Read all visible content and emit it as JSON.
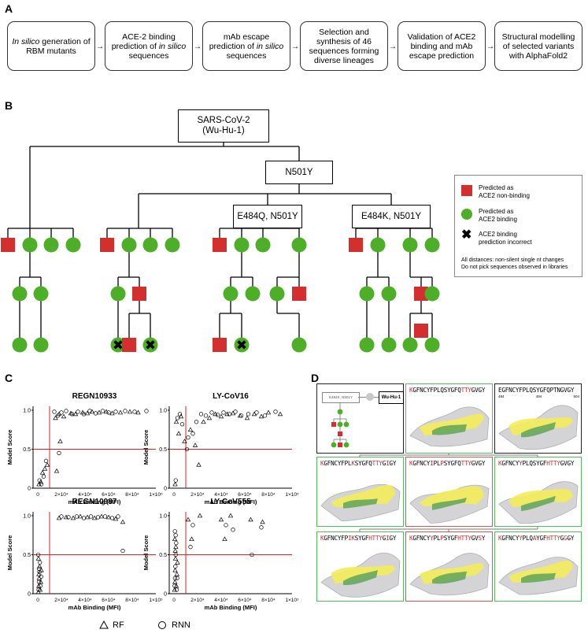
{
  "panels": {
    "a": "A",
    "b": "B",
    "c": "C",
    "d": "D"
  },
  "workflow": [
    {
      "pre_italic": "In silico",
      "text": " generation of RBM mutants",
      "post_italic": ""
    },
    {
      "pre_italic": "",
      "text": "ACE-2 binding prediction of ",
      "post_italic": "in silico",
      "tail": " sequences"
    },
    {
      "pre_italic": "",
      "text": "mAb escape prediction of ",
      "post_italic": "in silico",
      "tail": " sequences"
    },
    {
      "pre_italic": "",
      "text": "Selection and synthesis of 46 sequences forming diverse lineages",
      "post_italic": ""
    },
    {
      "pre_italic": "",
      "text": "Validation of ACE2 binding and mAb escape prediction",
      "post_italic": ""
    },
    {
      "pre_italic": "",
      "text": "Structural modelling of selected variants with AlphaFold2",
      "post_italic": ""
    }
  ],
  "tree": {
    "root_line1": "SARS-CoV-2",
    "root_line2": "(Wu-Hu-1)",
    "n501y": "N501Y",
    "e484q": "E484Q, N501Y",
    "e484k": "E484K, N501Y"
  },
  "legend": {
    "non_binding_line1": "Predicted as",
    "non_binding_line2": "ACE2 non-binding",
    "binding_line1": "Predicted as",
    "binding_line2": "ACE2 binding",
    "incorrect_line1": "ACE2 binding",
    "incorrect_line2": "prediction incorrect",
    "note_line1": "All distances: non-silent single nt changes",
    "note_line2": "Do not pick sequences observed in libraries",
    "colors": {
      "non_binding": "#d32f2f",
      "binding": "#4caf27"
    }
  },
  "scatter_common": {
    "xlabel": "mAb Binding (MFI)",
    "ylabel": "Model Score",
    "xticks": [
      "0",
      "2×10⁴",
      "4×10⁴",
      "6×10⁴",
      "8×10⁴",
      "1×10⁵"
    ],
    "yticks": [
      "0",
      "0.5",
      "1.0"
    ],
    "threshold_y": 0.5,
    "threshold_x": 10000,
    "legend_rf": "RF",
    "legend_rnn": "RNN"
  },
  "chart_data": [
    {
      "type": "scatter",
      "title": "REGN10933",
      "xlabel": "mAb Binding (MFI)",
      "ylabel": "Model Score",
      "xlim": [
        0,
        100000
      ],
      "ylim": [
        0,
        1.05
      ],
      "series": [
        {
          "name": "RF",
          "points": [
            [
              1000,
              0.05
            ],
            [
              2500,
              0.08
            ],
            [
              4000,
              0.2
            ],
            [
              6000,
              0.25
            ],
            [
              8000,
              0.3
            ],
            [
              15000,
              0.9
            ],
            [
              18000,
              0.95
            ],
            [
              22000,
              0.92
            ],
            [
              28000,
              0.96
            ],
            [
              32000,
              0.95
            ],
            [
              38000,
              0.97
            ],
            [
              42000,
              0.96
            ],
            [
              46000,
              0.98
            ],
            [
              52000,
              0.97
            ],
            [
              58000,
              0.98
            ],
            [
              63000,
              0.96
            ],
            [
              70000,
              0.97
            ],
            [
              78000,
              0.98
            ],
            [
              85000,
              0.97
            ],
            [
              16000,
              0.22
            ],
            [
              19000,
              0.6
            ]
          ]
        },
        {
          "name": "RNN",
          "points": [
            [
              1500,
              0.1
            ],
            [
              3000,
              0.05
            ],
            [
              5000,
              0.15
            ],
            [
              7000,
              0.35
            ],
            [
              14000,
              0.98
            ],
            [
              17000,
              0.93
            ],
            [
              20000,
              0.97
            ],
            [
              24000,
              0.99
            ],
            [
              29000,
              0.95
            ],
            [
              34000,
              0.98
            ],
            [
              39000,
              0.95
            ],
            [
              44000,
              0.99
            ],
            [
              49000,
              0.96
            ],
            [
              55000,
              0.99
            ],
            [
              60000,
              0.97
            ],
            [
              66000,
              0.98
            ],
            [
              74000,
              0.99
            ],
            [
              82000,
              0.98
            ],
            [
              92000,
              0.99
            ],
            [
              18000,
              0.45
            ]
          ]
        }
      ]
    },
    {
      "type": "scatter",
      "title": "LY-CoV16",
      "xlabel": "mAb Binding (MFI)",
      "ylabel": "Model Score",
      "xlim": [
        0,
        100000
      ],
      "ylim": [
        0,
        1.05
      ],
      "series": [
        {
          "name": "RF",
          "points": [
            [
              1000,
              0.05
            ],
            [
              2000,
              0.85
            ],
            [
              4000,
              0.7
            ],
            [
              6000,
              0.92
            ],
            [
              9000,
              0.6
            ],
            [
              14000,
              0.75
            ],
            [
              18000,
              0.55
            ],
            [
              21000,
              0.3
            ],
            [
              25000,
              0.85
            ],
            [
              30000,
              0.9
            ],
            [
              35000,
              0.95
            ],
            [
              40000,
              0.92
            ],
            [
              45000,
              0.95
            ],
            [
              50000,
              0.96
            ],
            [
              56000,
              0.93
            ],
            [
              62000,
              0.9
            ],
            [
              68000,
              0.95
            ],
            [
              74000,
              0.92
            ],
            [
              80000,
              0.97
            ],
            [
              90000,
              0.95
            ]
          ]
        },
        {
          "name": "RNN",
          "points": [
            [
              1500,
              0.1
            ],
            [
              3000,
              0.9
            ],
            [
              5000,
              0.95
            ],
            [
              7000,
              0.82
            ],
            [
              12000,
              0.65
            ],
            [
              16000,
              0.7
            ],
            [
              19000,
              0.85
            ],
            [
              23000,
              0.95
            ],
            [
              27000,
              0.93
            ],
            [
              32000,
              0.97
            ],
            [
              37000,
              0.94
            ],
            [
              42000,
              0.97
            ],
            [
              47000,
              0.95
            ],
            [
              52000,
              0.98
            ],
            [
              57000,
              0.93
            ],
            [
              63000,
              0.95
            ],
            [
              70000,
              0.97
            ],
            [
              77000,
              0.93
            ],
            [
              86000,
              0.98
            ],
            [
              11000,
              0.5
            ]
          ]
        }
      ]
    },
    {
      "type": "scatter",
      "title": "REGN10987",
      "xlabel": "mAb Binding (MFI)",
      "ylabel": "Model Score",
      "xlim": [
        0,
        100000
      ],
      "ylim": [
        0,
        1.05
      ],
      "series": [
        {
          "name": "RF",
          "points": [
            [
              500,
              0.02
            ],
            [
              800,
              0.1
            ],
            [
              1200,
              0.2
            ],
            [
              1500,
              0.35
            ],
            [
              2000,
              0.05
            ],
            [
              2500,
              0.15
            ],
            [
              3000,
              0.3
            ],
            [
              600,
              0.45
            ],
            [
              900,
              0.25
            ],
            [
              18000,
              0.97
            ],
            [
              24000,
              0.98
            ],
            [
              30000,
              0.97
            ],
            [
              36000,
              0.99
            ],
            [
              42000,
              0.98
            ],
            [
              48000,
              0.97
            ],
            [
              54000,
              0.99
            ],
            [
              60000,
              0.98
            ],
            [
              66000,
              0.96
            ],
            [
              72000,
              0.92
            ]
          ]
        },
        {
          "name": "RNN",
          "points": [
            [
              700,
              0.05
            ],
            [
              1000,
              0.15
            ],
            [
              1400,
              0.28
            ],
            [
              1800,
              0.4
            ],
            [
              2200,
              0.1
            ],
            [
              2800,
              0.22
            ],
            [
              400,
              0.5
            ],
            [
              1100,
              0.32
            ],
            [
              20000,
              0.99
            ],
            [
              26000,
              0.98
            ],
            [
              33000,
              0.99
            ],
            [
              39000,
              0.97
            ],
            [
              45000,
              0.99
            ],
            [
              51000,
              0.98
            ],
            [
              57000,
              0.99
            ],
            [
              63000,
              0.97
            ],
            [
              68000,
              0.99
            ],
            [
              72000,
              0.55
            ]
          ]
        }
      ]
    },
    {
      "type": "scatter",
      "title": "LY-CoV555",
      "xlabel": "mAb Binding (MFI)",
      "ylabel": "Model Score",
      "xlim": [
        0,
        100000
      ],
      "ylim": [
        0,
        1.05
      ],
      "series": [
        {
          "name": "RF",
          "points": [
            [
              500,
              0.05
            ],
            [
              800,
              0.15
            ],
            [
              1000,
              0.3
            ],
            [
              1300,
              0.45
            ],
            [
              1600,
              0.6
            ],
            [
              2000,
              0.1
            ],
            [
              2500,
              0.25
            ],
            [
              3000,
              0.4
            ],
            [
              700,
              0.7
            ],
            [
              1100,
              0.55
            ],
            [
              12000,
              0.95
            ],
            [
              15000,
              0.7
            ],
            [
              22000,
              1.0
            ],
            [
              40000,
              0.95
            ],
            [
              43000,
              0.7
            ],
            [
              48000,
              1.0
            ],
            [
              65000,
              0.95
            ],
            [
              75000,
              0.92
            ]
          ]
        },
        {
          "name": "RNN",
          "points": [
            [
              600,
              0.1
            ],
            [
              900,
              0.2
            ],
            [
              1200,
              0.35
            ],
            [
              1500,
              0.5
            ],
            [
              1900,
              0.65
            ],
            [
              2300,
              0.05
            ],
            [
              2700,
              0.2
            ],
            [
              800,
              0.8
            ],
            [
              1400,
              0.75
            ],
            [
              14000,
              0.6
            ],
            [
              16000,
              0.88
            ],
            [
              44000,
              0.88
            ],
            [
              50000,
              0.82
            ],
            [
              66000,
              0.5
            ],
            [
              74000,
              0.85
            ]
          ]
        }
      ]
    }
  ],
  "structure_panel": {
    "inset_left": "E484K, N501Y",
    "inset_right": "Wu-Hu-1",
    "wt_sequence": "EGFNCYFPLQSYGFQPTNGVGY",
    "wt_positions": [
      "484",
      "494",
      "504"
    ],
    "variants": [
      {
        "sequence": "KGFNCYFPLQSYGFQTTYGVGY",
        "mutations": [
          0,
          15,
          16,
          17
        ],
        "border": "#5cb85c"
      },
      {
        "sequence": "KGFNCYFPLKSYGFQTTYGIGY",
        "mutations": [
          0,
          9,
          15,
          16,
          17,
          19
        ],
        "border": "#5cb85c"
      },
      {
        "sequence": "KGFNCYIPLPSYGFQTTYGVGY",
        "mutations": [
          0,
          6,
          9,
          15,
          16,
          17
        ],
        "border": "#d9534f"
      },
      {
        "sequence": "KGFNCYYPLQSYGFHTTYGVGY",
        "mutations": [
          0,
          6,
          14,
          15,
          16,
          17
        ],
        "border": "#5cb85c"
      },
      {
        "sequence": "KGFNCYFPIKSYGFHTTYGIGY",
        "mutations": [
          0,
          8,
          9,
          14,
          15,
          16,
          17,
          19
        ],
        "border": "#5cb85c"
      },
      {
        "sequence": "KGFNCYYPLPSYGFHTTYGVSY",
        "mutations": [
          0,
          6,
          9,
          14,
          15,
          16,
          17,
          20
        ],
        "border": "#d9534f"
      },
      {
        "sequence": "KGFNCYYPLQAYGFHTTYGGGY",
        "mutations": [
          0,
          6,
          10,
          14,
          15,
          16,
          17,
          19
        ],
        "border": "#5cb85c"
      }
    ]
  }
}
